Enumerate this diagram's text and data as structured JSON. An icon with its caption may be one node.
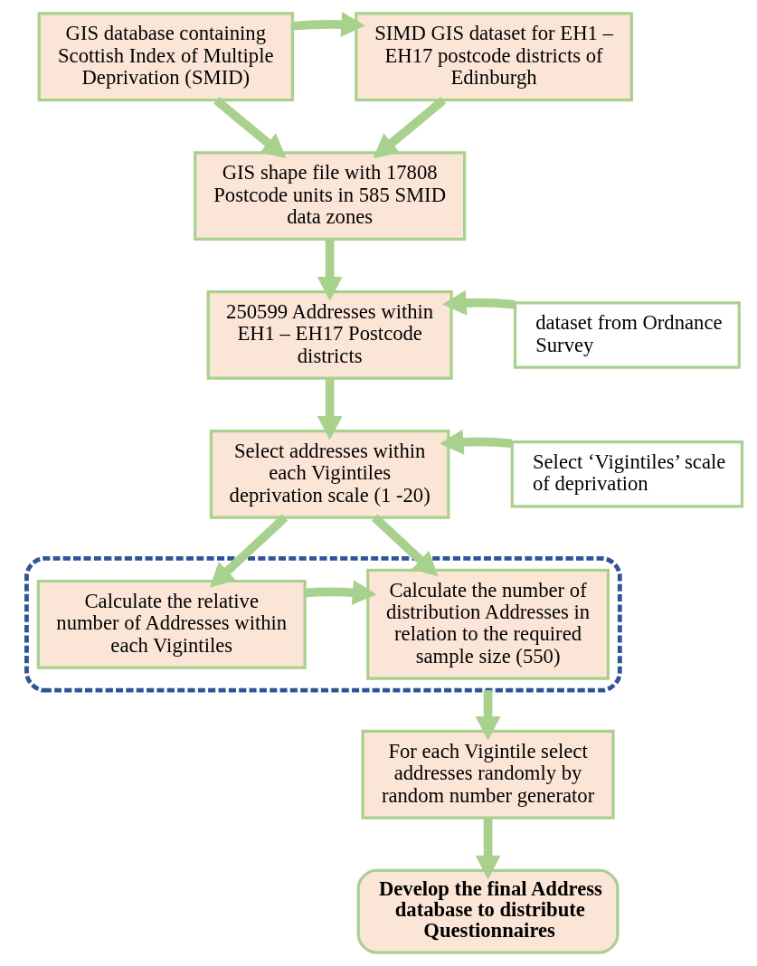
{
  "diagram": {
    "nodes": [
      {
        "text": [
          "GIS database containing Scottish Index of Multiple Deprivation (SMID)"
        ]
      },
      {
        "text": [
          "SIMD GIS dataset for EH1 – EH17 postcode districts of Edinburgh"
        ]
      },
      {
        "text": [
          "GIS shape file with 17808 Postcode units in 585 SMID data zones"
        ]
      },
      {
        "text": [
          "250599 Addresses within EH1 – EH17 Postcode districts"
        ]
      },
      {
        "text": [
          "dataset from Ordnance Survey"
        ]
      },
      {
        "text": [
          "Select addresses within each Vigintiles deprivation scale (1 -20)"
        ]
      },
      {
        "text": [
          "Select ‘Vigintiles’ scale of deprivation"
        ]
      },
      {
        "text": [],
        "shape": "box"
      },
      {
        "text": [
          "Calculate the relative number of Addresses within each Vigintiles"
        ],
        "in": 7
      },
      {
        "text": [
          "Calculate the number of distribution Addresses in relation to the required sample size (550)"
        ],
        "in": 7
      },
      {
        "text": [
          "For each Vigintile select addresses randomly by random number generator"
        ]
      },
      {
        "text": [
          "Develop the final Address database to distribute Questionnaires"
        ]
      }
    ],
    "edges": [
      {
        "from": 0,
        "to": 1,
        "arrow": "to"
      },
      {
        "from": 0,
        "to": 2,
        "arrow": "to"
      },
      {
        "from": 1,
        "to": 2,
        "arrow": "to"
      },
      {
        "from": 2,
        "to": 3,
        "arrow": "to"
      },
      {
        "from": 4,
        "to": 3,
        "arrow": "to"
      },
      {
        "from": 3,
        "to": 5,
        "arrow": "to"
      },
      {
        "from": 6,
        "to": 5,
        "arrow": "to"
      },
      {
        "from": 5,
        "to": 8,
        "arrow": "to"
      },
      {
        "from": 5,
        "to": 9,
        "arrow": "to"
      },
      {
        "from": 8,
        "to": 9,
        "arrow": "to"
      },
      {
        "from": 7,
        "to": 10,
        "arrow": "to"
      },
      {
        "from": 10,
        "to": 11,
        "arrow": "to"
      }
    ]
  }
}
